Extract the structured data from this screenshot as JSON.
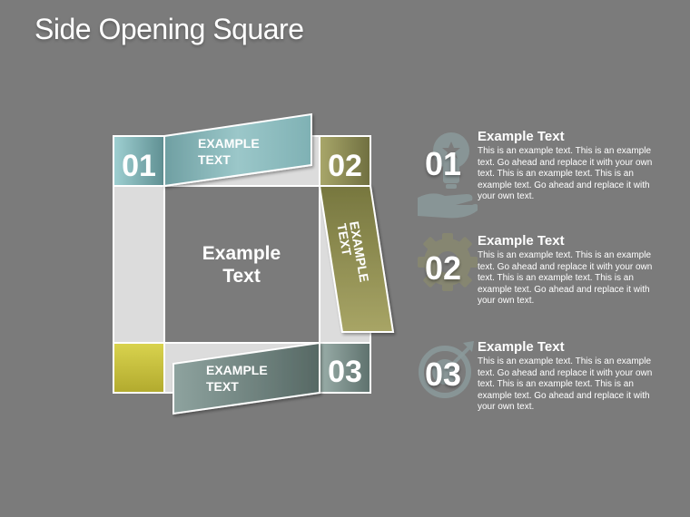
{
  "title": "Side Opening Square",
  "square": {
    "center_text_line1": "Example",
    "center_text_line2": "Text",
    "corners": [
      {
        "num": "01",
        "color": "#7fb1b4"
      },
      {
        "num": "02",
        "color": "#8a8a55"
      },
      {
        "num": "03",
        "color": "#7f9592"
      }
    ],
    "bottom_left_color": "#c8c03e",
    "bands": [
      {
        "line1": "EXAMPLE",
        "line2": "TEXT"
      },
      {
        "line1": "EXAMPLE",
        "line2": "TEXT"
      },
      {
        "line1": "EXAMPLE",
        "line2": "TEXT"
      }
    ]
  },
  "items": [
    {
      "num": "01",
      "icon": "bulb-hand-icon",
      "heading": "Example Text",
      "body": "This is an example text. This is an example text. Go ahead and replace it with your own text. This is an example text. This is an example text. Go ahead and replace it with your own text."
    },
    {
      "num": "02",
      "icon": "gear-icon",
      "heading": "Example Text",
      "body": "This is an example text. This is an example text. Go ahead and replace it with your own text. This is an example text. This is an example text. Go ahead and replace it with your own text."
    },
    {
      "num": "03",
      "icon": "target-icon",
      "heading": "Example Text",
      "body": "This is an example text. This is an example text. Go ahead and replace it with your own text. This is an example text. This is an example text. Go ahead and replace it with your own text."
    }
  ]
}
